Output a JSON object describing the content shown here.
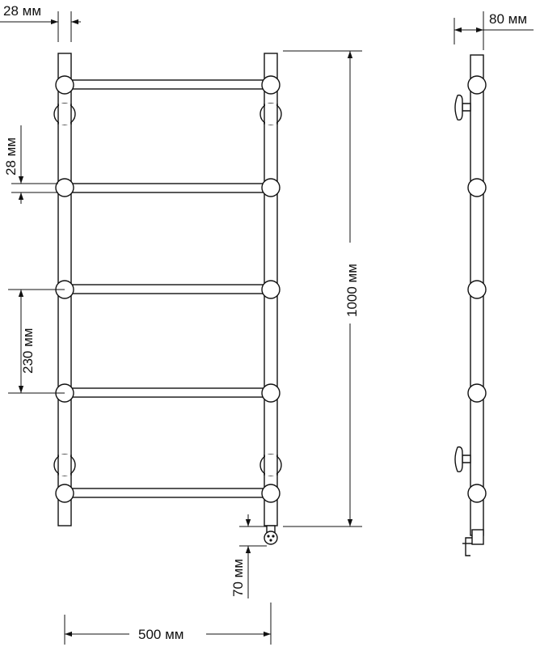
{
  "dimensions": {
    "tube_top": "28 мм",
    "tube_left": "28 мм",
    "spacing": "230 мм",
    "height": "1000 мм",
    "outlet": "70 мм",
    "width": "500 мм",
    "depth": "80 мм"
  },
  "colors": {
    "stroke": "#111111",
    "background": "#ffffff"
  }
}
